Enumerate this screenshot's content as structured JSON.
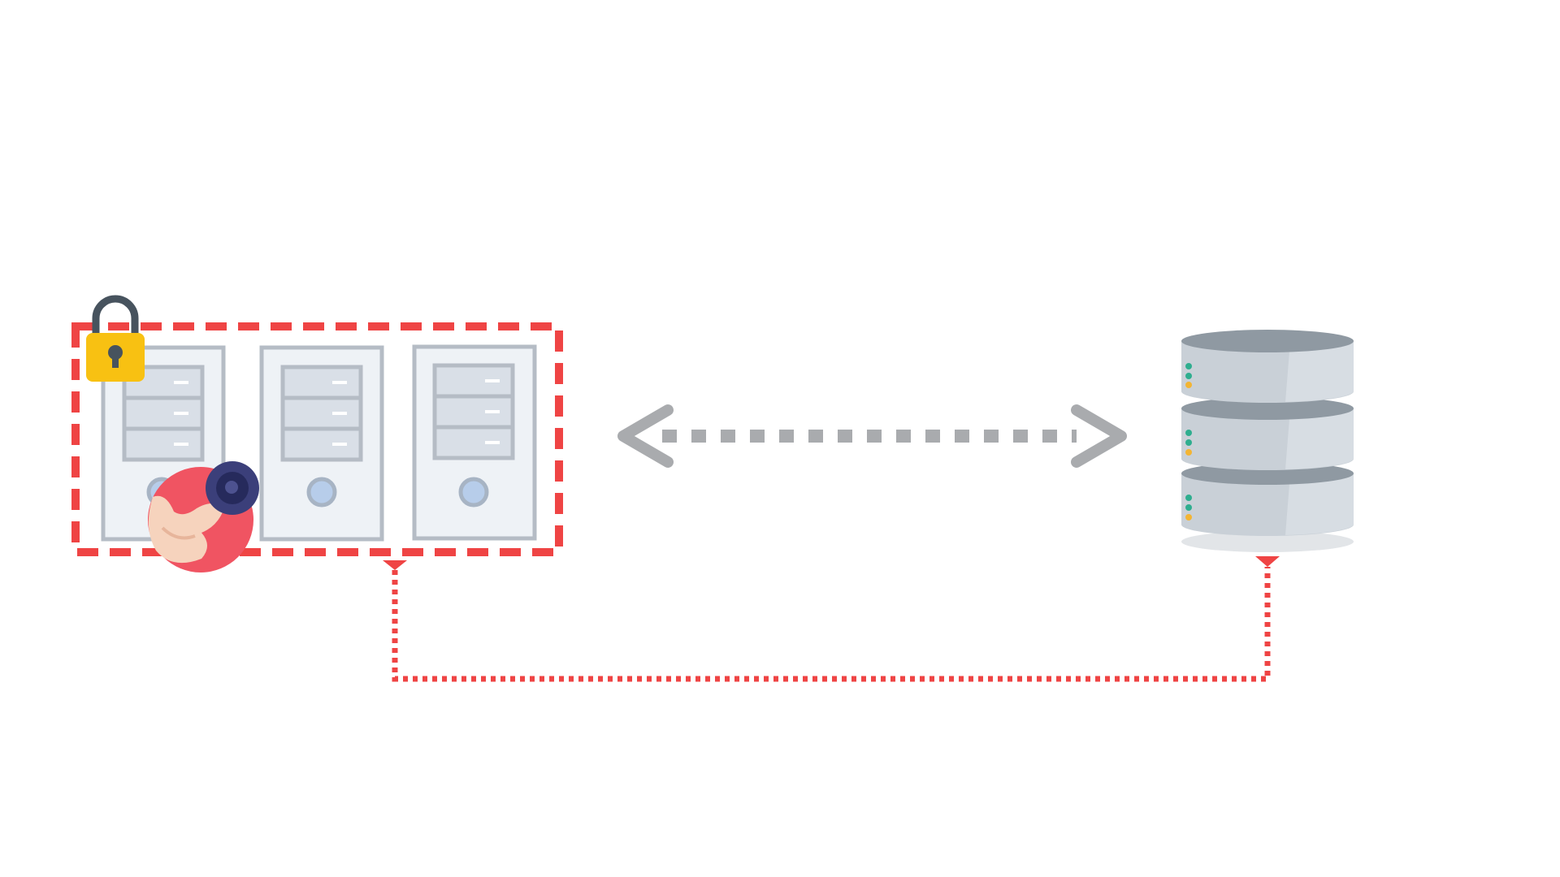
{
  "diagram": {
    "nodes": [
      {
        "id": "server-cluster",
        "kind": "server-group",
        "server_count": 3,
        "secured": true,
        "icon": "padlock-icon",
        "badge": "strong-arm-icon"
      },
      {
        "id": "database",
        "kind": "database",
        "icon": "database-stack-icon",
        "tiers": 3
      }
    ],
    "edges": [
      {
        "from": "server-cluster",
        "to": "database",
        "style": "dotted",
        "direction": "both",
        "color": "#a9abae"
      },
      {
        "from": "server-cluster",
        "to": "database",
        "style": "dotted",
        "routing": "below",
        "color": "#ef4444"
      }
    ]
  },
  "colors": {
    "accent_red": "#ef4444",
    "arrow_gray": "#a9abae",
    "server_fill": "#eef2f6",
    "server_stroke": "#b5bcc5",
    "db_gray": "#c9d0d7",
    "lock_yellow": "#f8c112",
    "lock_shackle": "#47535e",
    "arm_badge": "#f05462"
  }
}
